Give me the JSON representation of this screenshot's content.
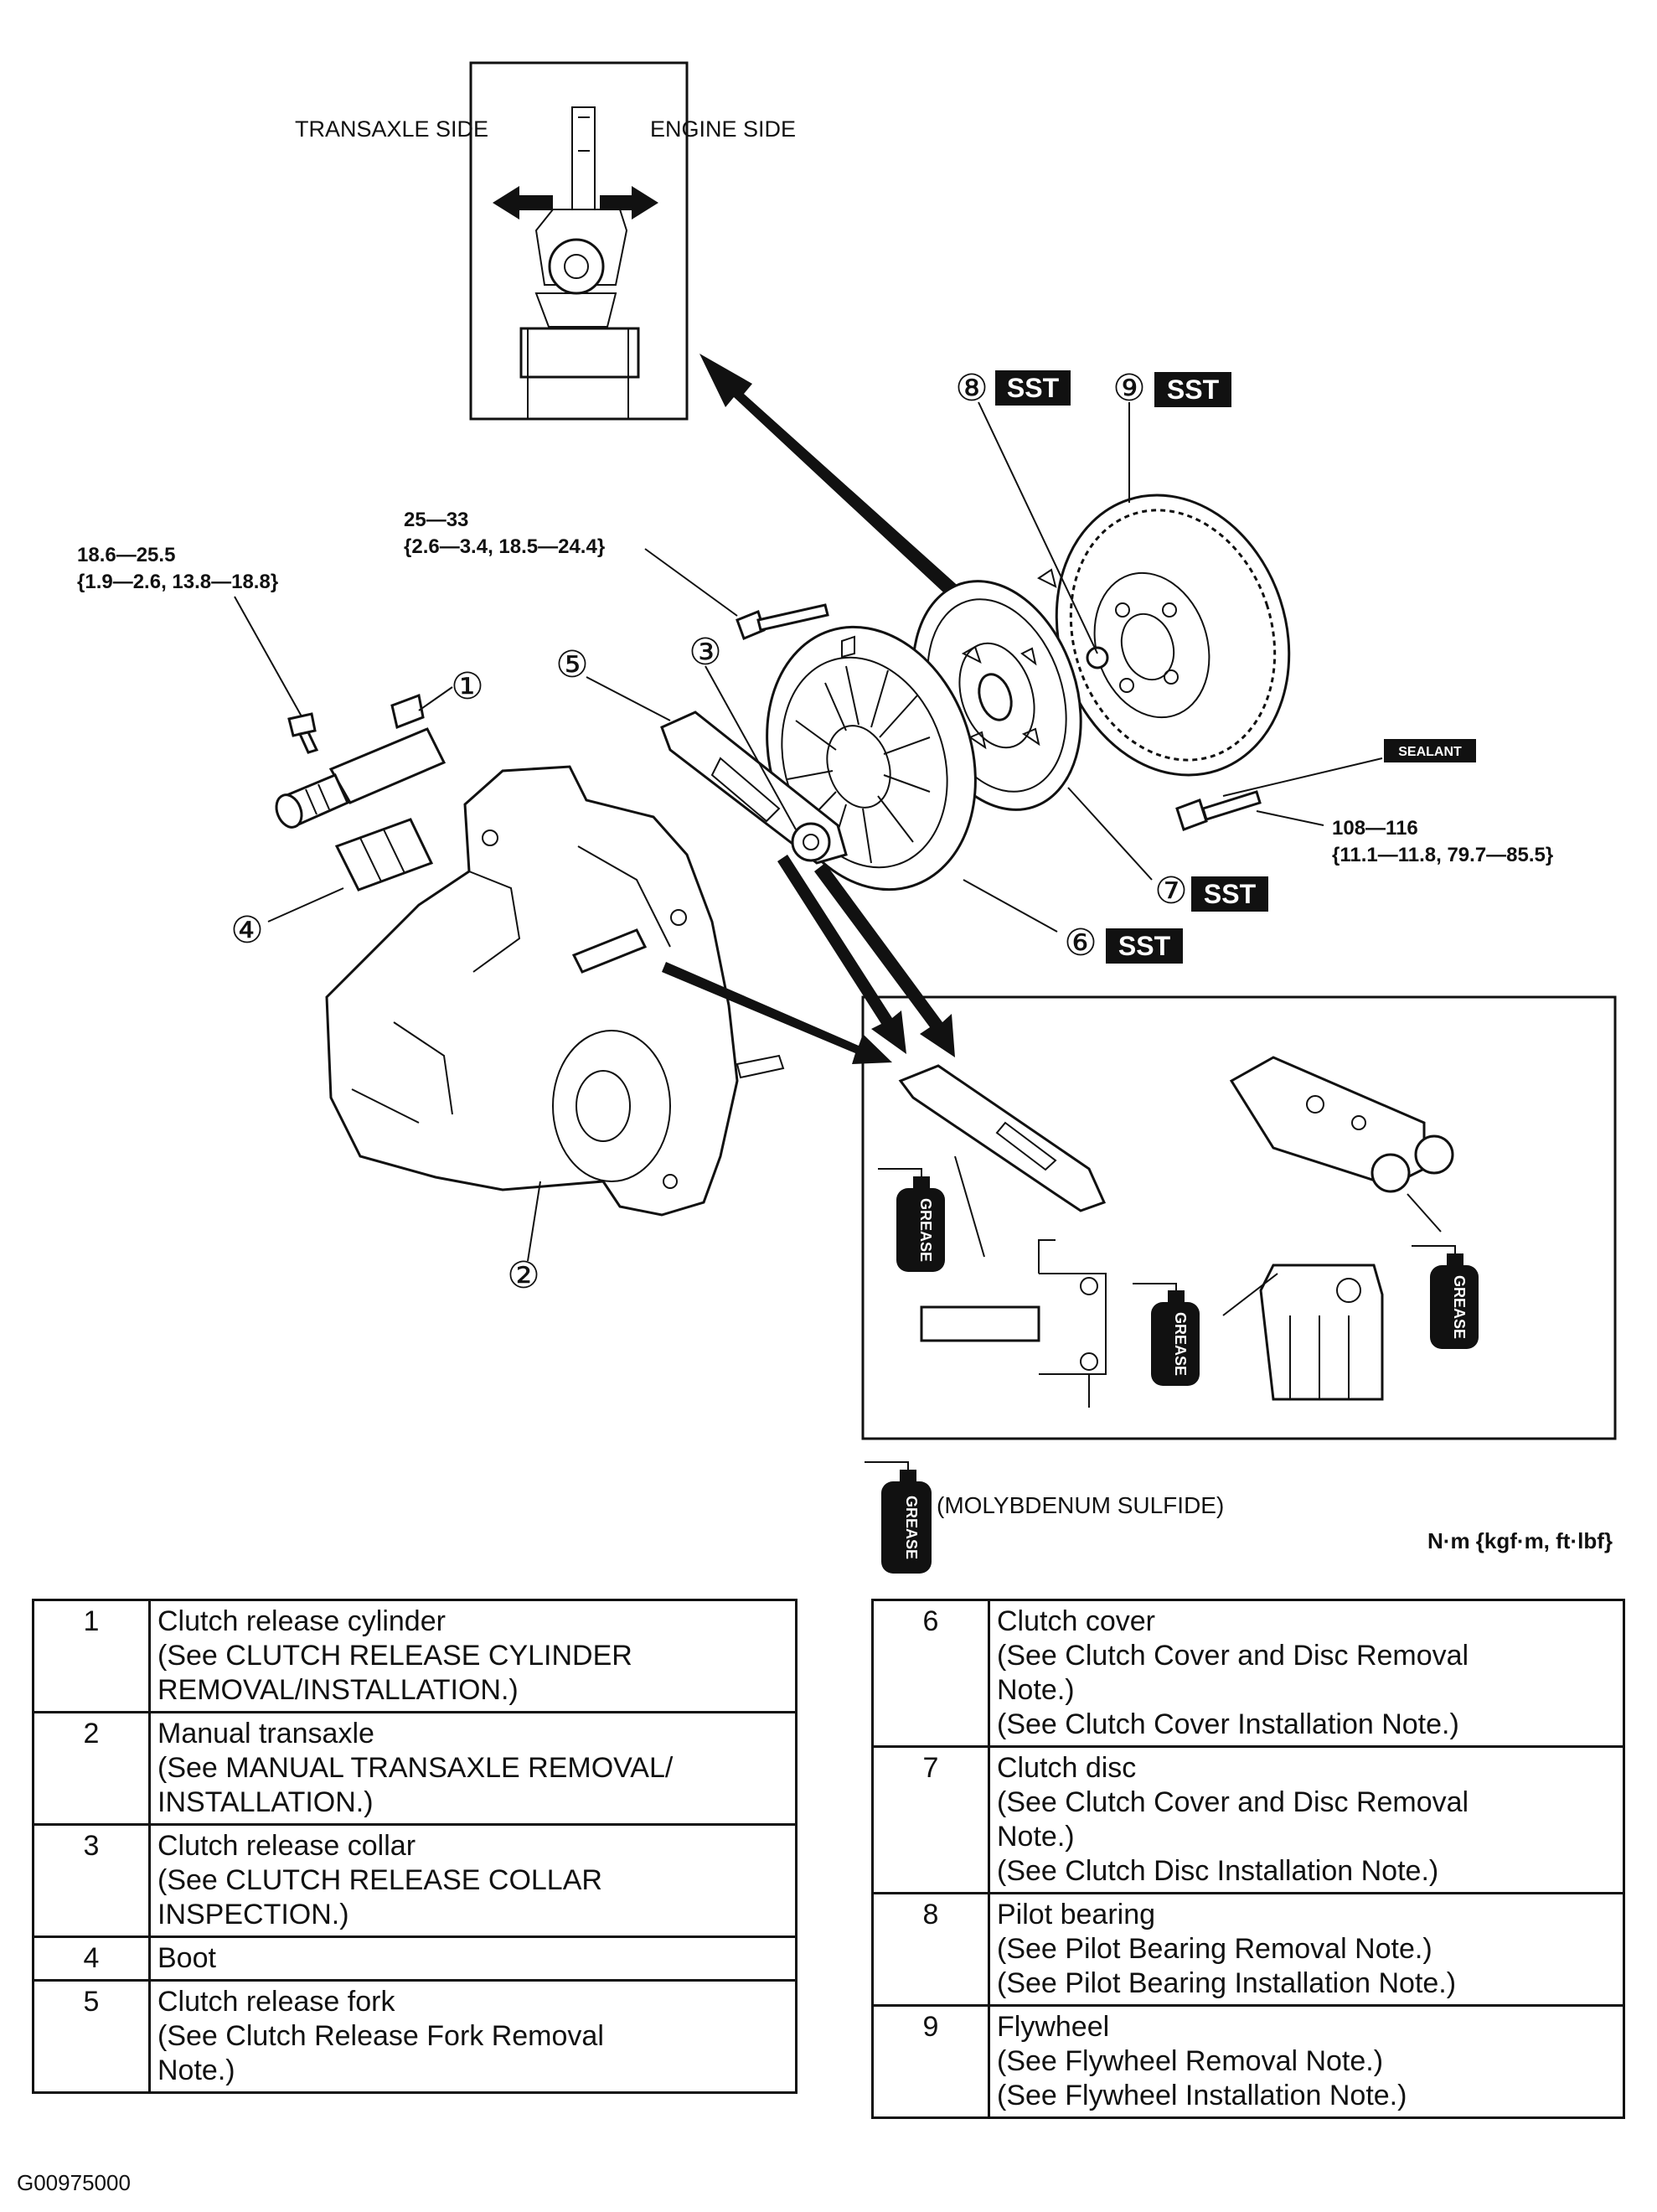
{
  "inset_top": {
    "transaxle_label": "TRANSAXLE SIDE",
    "engine_label": "ENGINE SIDE"
  },
  "torque_specs": [
    {
      "line1": "18.6—25.5",
      "line2": "{1.9—2.6, 13.8—18.8}"
    },
    {
      "line1": "25—33",
      "line2": "{2.6—3.4, 18.5—24.4}"
    },
    {
      "line1": "108—116",
      "line2": "{11.1—11.8, 79.7—85.5}"
    }
  ],
  "callouts": [
    "①",
    "②",
    "③",
    "④",
    "⑤",
    "⑥",
    "⑦",
    "⑧",
    "⑨"
  ],
  "sst_badge": "SST",
  "sealant_label": "SEALANT",
  "grease_label": "GREASE",
  "grease_type": "(MOLYBDENUM SULFIDE)",
  "units": "N·m {kgf·m, ft·lbf}",
  "parts_left": [
    {
      "num": "1",
      "lines": [
        "Clutch release cylinder",
        "(See CLUTCH RELEASE CYLINDER",
        "REMOVAL/INSTALLATION.)"
      ]
    },
    {
      "num": "2",
      "lines": [
        "Manual transaxle",
        "(See MANUAL TRANSAXLE REMOVAL/",
        "INSTALLATION.)"
      ]
    },
    {
      "num": "3",
      "lines": [
        "Clutch release collar",
        "(See CLUTCH RELEASE COLLAR",
        "INSPECTION.)"
      ]
    },
    {
      "num": "4",
      "lines": [
        "Boot"
      ]
    },
    {
      "num": "5",
      "lines": [
        "Clutch release fork",
        "(See Clutch Release Fork Removal",
        "Note.)"
      ]
    }
  ],
  "parts_right": [
    {
      "num": "6",
      "lines": [
        "Clutch cover",
        "(See Clutch Cover and Disc Removal",
        "Note.)",
        "(See Clutch Cover Installation Note.)"
      ]
    },
    {
      "num": "7",
      "lines": [
        "Clutch disc",
        "(See Clutch Cover and Disc Removal",
        "Note.)",
        "(See Clutch Disc Installation Note.)"
      ]
    },
    {
      "num": "8",
      "lines": [
        "Pilot bearing",
        "(See Pilot Bearing Removal Note.)",
        "(See Pilot Bearing Installation Note.)"
      ]
    },
    {
      "num": "9",
      "lines": [
        "Flywheel",
        "(See Flywheel Removal Note.)",
        "(See Flywheel Installation Note.)"
      ]
    }
  ],
  "figure_code": "G00975000"
}
